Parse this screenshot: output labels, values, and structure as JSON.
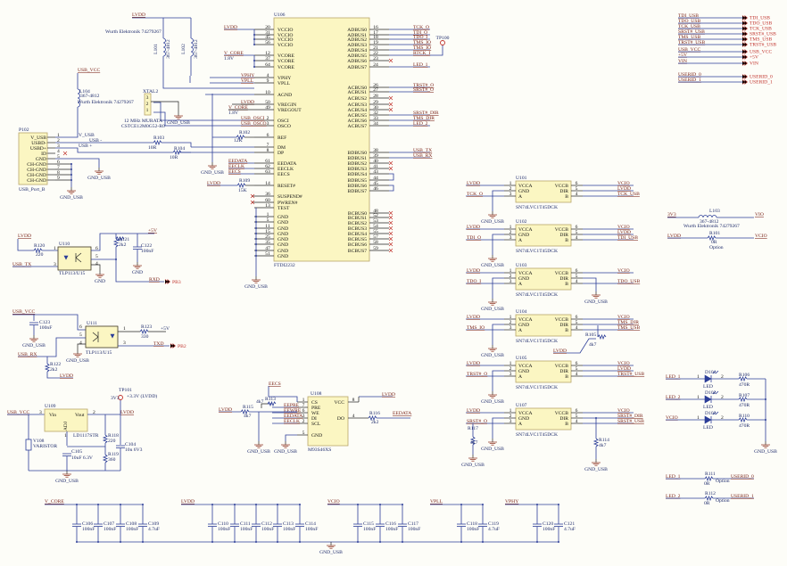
{
  "u106": {
    "ref": "U106",
    "part": "FTDI2232",
    "left": [
      [
        "20",
        "VCCIO"
      ],
      [
        "31",
        "VCCIO"
      ],
      [
        "45",
        "VCCIO"
      ],
      [
        "56",
        "VCCIO"
      ],
      [
        "12",
        "VCORE"
      ],
      [
        "37",
        "VCORE"
      ],
      [
        "64",
        "VCORE"
      ],
      [
        "4",
        "VPHY"
      ],
      [
        "9",
        "VPLL"
      ],
      [
        "10",
        "AGND"
      ],
      [
        "50",
        "VREGIN"
      ],
      [
        "49",
        "VREGOUT"
      ],
      [
        "2",
        "OSCI"
      ],
      [
        "3",
        "OSCO"
      ],
      [
        "6",
        "REF"
      ],
      [
        "7",
        "DM"
      ],
      [
        "8",
        "DP"
      ],
      [
        "61",
        "EEDATA"
      ],
      [
        "62",
        "EECLK"
      ],
      [
        "63",
        "EECS"
      ],
      [
        "14",
        "RESET#"
      ],
      [
        "36",
        "SUSPEND#"
      ],
      [
        "60",
        "PWREN#"
      ],
      [
        "13",
        "TEST"
      ],
      [
        "1",
        "GND"
      ],
      [
        "5",
        "GND"
      ],
      [
        "11",
        "GND"
      ],
      [
        "15",
        "GND"
      ],
      [
        "25",
        "GND"
      ],
      [
        "35",
        "GND"
      ],
      [
        "47",
        "GND"
      ],
      [
        "51",
        "GND"
      ]
    ],
    "right": [
      [
        "16",
        "ADBUS0"
      ],
      [
        "17",
        "ADBUS1"
      ],
      [
        "18",
        "ADBUS2"
      ],
      [
        "19",
        "ADBUS3"
      ],
      [
        "21",
        "ADBUS4"
      ],
      [
        "22",
        "ADBUS5"
      ],
      [
        "23",
        "ADBUS6"
      ],
      [
        "24",
        "ADBUS7"
      ],
      [
        "26",
        "ACBUS0"
      ],
      [
        "27",
        "ACBUS1"
      ],
      [
        "28",
        "ACBUS2"
      ],
      [
        "29",
        "ACBUS3"
      ],
      [
        "30",
        "ACBUS4"
      ],
      [
        "32",
        "ACBUS5"
      ],
      [
        "33",
        "ACBUS6"
      ],
      [
        "34",
        "ACBUS7"
      ],
      [
        "38",
        "BDBUS0"
      ],
      [
        "39",
        "BDBUS1"
      ],
      [
        "40",
        "BDBUS2"
      ],
      [
        "41",
        "BDBUS3"
      ],
      [
        "43",
        "BDBUS4"
      ],
      [
        "44",
        "BDBUS5"
      ],
      [
        "45",
        "BDBUS6"
      ],
      [
        "46",
        "BDBUS7"
      ],
      [
        "48",
        "BCBUS0"
      ],
      [
        "52",
        "BCBUS1"
      ],
      [
        "53",
        "BCBUS2"
      ],
      [
        "54",
        "BCBUS3"
      ],
      [
        "55",
        "BCBUS4"
      ],
      [
        "57",
        "BCBUS5"
      ],
      [
        "58",
        "BCBUS6"
      ],
      [
        "59",
        "BCBUS7"
      ]
    ],
    "right_nets": [
      "TCK_O",
      "TDI_O",
      "TDO_I",
      "TMS_IO",
      "TMS_IO",
      "RTCK_I",
      null,
      "LED_1",
      "TRST#_O",
      "SRST#_O",
      null,
      null,
      null,
      "SRST#_DIR",
      "TMS_DIR",
      "LED_2",
      "USB_TX",
      "USB_RX",
      null,
      null,
      null,
      null,
      null,
      null,
      null,
      null,
      null,
      null,
      null,
      null,
      null,
      null
    ],
    "left_nets": {
      "vccio": "LVDD",
      "vcore": "V_CORE",
      "vcore_v": "1.8V",
      "vphy": "VPHY",
      "vpll": "VPLL",
      "vregin": "LVDD",
      "vregout": "V_CORE",
      "vregout_v": "1.8V",
      "osci": "USB_OSCI",
      "osco": "USB_OSCO",
      "r102": "R102",
      "r102_val": "12K",
      "eedata": "EEDATA",
      "eeclk": "EECLK",
      "eecs": "EECS",
      "reset_net": "LVDD",
      "r109": "R109",
      "r109_val": "15K"
    },
    "tp100": "TP100"
  },
  "power_inductors": {
    "lvdd": "LVDD",
    "mfr": "Wurth Elektronik  74279267",
    "l101": "L101",
    "l102": "L102",
    "value": "367-4812"
  },
  "usb_input": {
    "net": "USB_VCC",
    "l104": "L104",
    "l104_val": "367-4812",
    "l104_mfr": "Wurth Elektronik  74279267",
    "ref": "P102",
    "part": "USB_Port_B",
    "pins": [
      [
        "1",
        "V_USB"
      ],
      [
        "2",
        "USBD-"
      ],
      [
        "3",
        "USBD+"
      ],
      [
        "4",
        "ID"
      ],
      [
        "5",
        "GND"
      ],
      [
        "6",
        "CH-GND"
      ],
      [
        "7",
        "CH-GND"
      ],
      [
        "8",
        "CH-GND"
      ],
      [
        "9",
        "CH-GND"
      ]
    ],
    "v_usb": "V_USB",
    "usb_minus": "USB -",
    "usb_plus": "USB +",
    "r103": "R103",
    "r103_val": "10R",
    "r104": "R104",
    "r104_val": "10R",
    "gnd": "GND_USB"
  },
  "xtal": {
    "ref": "XTAL2",
    "pins": [
      "3",
      "2",
      "1"
    ],
    "freq": "12 MHz MURATA",
    "part": "CSTCE12M0G52-R0",
    "gnd": "GND_USB"
  },
  "opto_tx": {
    "lvdd": "LVDD",
    "r120": "R120",
    "r120_val": "220",
    "usb_tx": "USB_TX",
    "ref": "U110",
    "part": "TLP113/U15",
    "pins": [
      "1",
      "3",
      "6",
      "5",
      "4"
    ],
    "v5": "+5V",
    "r121": "R121",
    "r121_val": "2k2",
    "c122": "C122",
    "c122_val": "100nF",
    "gnd": "GND",
    "rxd": "RXD",
    "port": "PB3"
  },
  "opto_rx": {
    "usb_vcc": "USB_VCC",
    "c123": "C123",
    "c123_val": "100nF",
    "gnd": "GND_USB",
    "ref": "U111",
    "part": "TLP113/U15",
    "pins": [
      "6",
      "5",
      "4",
      "1",
      "3"
    ],
    "r123": "R123",
    "r123_val": "330",
    "v5": "+5V",
    "txd": "TXD",
    "port": "PB2",
    "usb_rx": "USB_RX",
    "r122": "R122",
    "r122_val": "2k2",
    "lvdd": "LVDD"
  },
  "regulator": {
    "usb_vcc": "USB_VCC",
    "ref": "U109",
    "vin": "Vin",
    "vout": "Vout",
    "adj": "ADJ",
    "pin_in": "3",
    "pin_out": "2",
    "pin_adj": "1",
    "part": "LD1117STR",
    "lvdd": "LVDD",
    "tp": "TP101",
    "tp_label": "+3.3V (LVDD)",
    "tp_v": "3V3",
    "r118": "R118",
    "r118_val": "220",
    "r119": "R119",
    "r119_val": "360",
    "c104": "C104",
    "c104_val": "10u 6V3",
    "c105": "C105",
    "c105_val": "10uF 6.3V",
    "v108": "V108",
    "v108_val": "VARISTOR",
    "gnd": "GND_USB"
  },
  "eeprom": {
    "ref": "U108",
    "part": "M93S46XS",
    "eecs": "EECS",
    "left": [
      [
        "1",
        "CS"
      ],
      [
        "7",
        "PRE"
      ],
      [
        "6",
        "WE"
      ],
      [
        "3",
        "DI"
      ],
      [
        "2",
        "SCL"
      ],
      [
        "5",
        "GND"
      ]
    ],
    "right": [
      [
        "8",
        "VCC"
      ],
      [
        "4",
        "DO"
      ]
    ],
    "left_nets": [
      "EEPRE",
      "EEWRE",
      "EEDATA",
      "EECLK"
    ],
    "lvdd": "LVDD",
    "r115": "R115",
    "r115_val": "4k7",
    "r113": "R113",
    "r113_val": "4k7",
    "vcc_net": "LVDD",
    "r116": "R116",
    "r116_val": "2k2",
    "do_net": "EEDATA",
    "gnd": "GND_USB"
  },
  "shifter_pins": {
    "left": [
      [
        "1",
        "VCCA"
      ],
      [
        "2",
        "GND"
      ],
      [
        "3",
        "A"
      ]
    ],
    "right": [
      [
        "6",
        "VCCB"
      ],
      [
        "5",
        "DIR"
      ],
      [
        "4",
        "B"
      ]
    ]
  },
  "shifters": [
    {
      "ref": "U101",
      "part": "SN74LVC1T45DCK",
      "vcca": "LVDD",
      "a": "TCK_O",
      "vccb": "VCIO",
      "dir": "LVDD",
      "b": "TCK_USB",
      "gnd": "GND_USB"
    },
    {
      "ref": "U102",
      "part": "SN74LVC1T45DCK",
      "vcca": "LVDD",
      "a": "TDI_O",
      "vccb": "VCIO",
      "dir": "LVDD",
      "b": "TDI_USB",
      "gnd": "GND_USB"
    },
    {
      "ref": "U103",
      "part": "SN74LVC1T45DCK",
      "vcca": "LVDD",
      "a": "TDO_I",
      "vccb": "VCIO",
      "dir": null,
      "b": "TDO_USB",
      "gnd": "GND_USB"
    },
    {
      "ref": "U104",
      "part": "SN74LVC1T45DCK",
      "vcca": "LVDD",
      "a": "TMS_IO",
      "vccb": "VCIO",
      "dir": "TMS_DIR",
      "b": "TMS_USB",
      "gnd": "GND_USB"
    },
    {
      "ref": "U105",
      "part": "SN74LVC1T45DCK",
      "vcca": "LVDD",
      "a": "TRST#_O",
      "vccb": "VCIO",
      "dir": "LVDD",
      "b": "TRST#_USB",
      "gnd": "GND_USB"
    },
    {
      "ref": "U107",
      "part": "SN74LVC1T45DCK",
      "vcca": "LVDD",
      "a": "SRST#_O",
      "vccb": "VCIO",
      "dir": "SRST#_DIR",
      "b": "SRST#_USB",
      "gnd": "GND_USB"
    }
  ],
  "shifter_extras": {
    "r105": "R105",
    "r105_val": "4k7",
    "r105_net": "LVDD",
    "r117": "R117",
    "r117_val": "4k7",
    "r114": "R114",
    "r114_val": "4k7",
    "gnd": "GND_USB"
  },
  "ports": {
    "jtag": [
      [
        "TDI_USB",
        "TDI_USB"
      ],
      [
        "TDO_USB",
        "TDO_USB"
      ],
      [
        "TCK_USB",
        "TCK_USB"
      ],
      [
        "SRST#_USB",
        "SRST#_USB"
      ],
      [
        "TMS_USB",
        "TMS_USB"
      ],
      [
        "TRST#_USB",
        "TRST#_USB"
      ]
    ],
    "power": [
      [
        "USB_VCC",
        "USB_VCC"
      ],
      [
        "+5V",
        "+5V"
      ],
      [
        "VIN",
        "VIN"
      ]
    ],
    "userid": [
      [
        "USERID_0",
        "USERID_0"
      ],
      [
        "USERID_1",
        "USERID_1"
      ]
    ]
  },
  "vio": {
    "v3v3": "3V3",
    "l103": "L103",
    "l103_val": "367-4812",
    "l103_mfr": "Wurth Elektronik  74279267",
    "vio": "VIO",
    "lvdd": "LVDD",
    "r101": "R101",
    "r101_val": "0R",
    "r101_opt": "Option",
    "vcio": "VCIO"
  },
  "leds": {
    "rows": [
      {
        "net": "LED_1",
        "ref": "D101",
        "part": "LED",
        "pin_a": "1",
        "pin_k": "2",
        "res": "R106",
        "res_val": "470R"
      },
      {
        "net": "LED_2",
        "ref": "D102",
        "part": "LED",
        "pin_a": "1",
        "pin_k": "2",
        "res": "R107",
        "res_val": "470R"
      },
      {
        "net": "VCIO",
        "ref": "D103",
        "part": "LED",
        "pin_a": "1",
        "pin_k": "2",
        "res": "R110",
        "res_val": "470R"
      }
    ],
    "gnd": "GND_USB"
  },
  "userid_links": [
    {
      "from": "LED_1",
      "ref": "R111",
      "val": "0R",
      "opt": "Option",
      "to": "USERID_0"
    },
    {
      "from": "LED_2",
      "ref": "R112",
      "val": "0R",
      "opt": "Option",
      "to": "USERID_1"
    }
  ],
  "decoupling": {
    "rails": [
      {
        "net": "V_CORE",
        "caps": [
          [
            "C106",
            "100nF"
          ],
          [
            "C107",
            "100nF"
          ],
          [
            "C108",
            "100nF"
          ],
          [
            "C109",
            "4.7uF"
          ]
        ]
      },
      {
        "net": "LVDD",
        "caps": [
          [
            "C110",
            "100nF"
          ],
          [
            "C111",
            "100nF"
          ],
          [
            "C112",
            "100nF"
          ],
          [
            "C113",
            "100nF"
          ],
          [
            "C114",
            "100nF"
          ]
        ]
      },
      {
        "net": "VCIO",
        "caps": [
          [
            "C115",
            "100nF"
          ],
          [
            "C116",
            "100nF"
          ],
          [
            "C117",
            "100nF"
          ]
        ]
      },
      {
        "net": "VPLL",
        "caps": [
          [
            "C118",
            "100nF"
          ],
          [
            "C119",
            "4.7uF"
          ]
        ]
      },
      {
        "net": "VPHY",
        "caps": [
          [
            "C120",
            "100nF"
          ],
          [
            "C121",
            "4.7uF"
          ]
        ]
      }
    ],
    "gnd": "GND_USB"
  }
}
